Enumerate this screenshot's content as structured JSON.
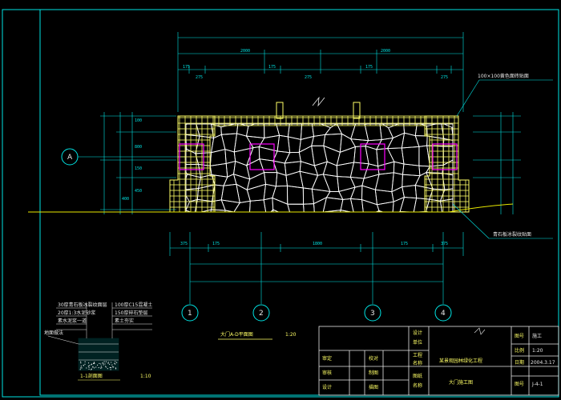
{
  "axes": {
    "horizontal": [
      "1",
      "2",
      "3",
      "4"
    ],
    "vertical": [
      "A"
    ]
  },
  "dimensions": {
    "top_row1": [
      "175",
      "275",
      "175",
      "275",
      "175",
      "275"
    ],
    "top_row2": [
      "2000",
      "2000"
    ],
    "left_column": [
      "100",
      "800",
      "150",
      "450",
      "400"
    ],
    "bottom_row": [
      "375",
      "175",
      "1800",
      "175",
      "375"
    ]
  },
  "annotations": {
    "top_right": "100×100黄色面砖贴面",
    "right_mid": "青石板冰裂纹贴面",
    "plan_title": "大门A-D平面图",
    "plan_scale": "1:20",
    "section_title": "1-1剖面图",
    "section_scale": "1:10",
    "section_left_label": "地面做法",
    "section_layers": [
      "30厚青石板冰裂纹面层",
      "20厚1:3水泥砂浆",
      "素水泥浆一道",
      "100厚C15混凝土",
      "150厚碎石垫层",
      "素土夯实"
    ]
  },
  "title_block": {
    "role_labels": [
      "审定",
      "审核",
      "设计"
    ],
    "role_labels2": [
      "校对",
      "制图",
      "描图"
    ],
    "category_labels": [
      "设计",
      "单位",
      "工程",
      "名称",
      "图纸",
      "名称"
    ],
    "project_name": "某景观园林绿化工程",
    "drawing_name": "大门施工图",
    "right_labels": [
      "图号",
      "比例",
      "日期",
      "图号"
    ],
    "right_values": [
      "施工",
      "1:20",
      "2004.3.17",
      "J-4-1"
    ]
  },
  "colors": {
    "frame": "#00e5e5",
    "tile": "#ffff66",
    "stone": "#ffffff",
    "pillar": "#ff00ff",
    "ground": "#e8e800"
  }
}
